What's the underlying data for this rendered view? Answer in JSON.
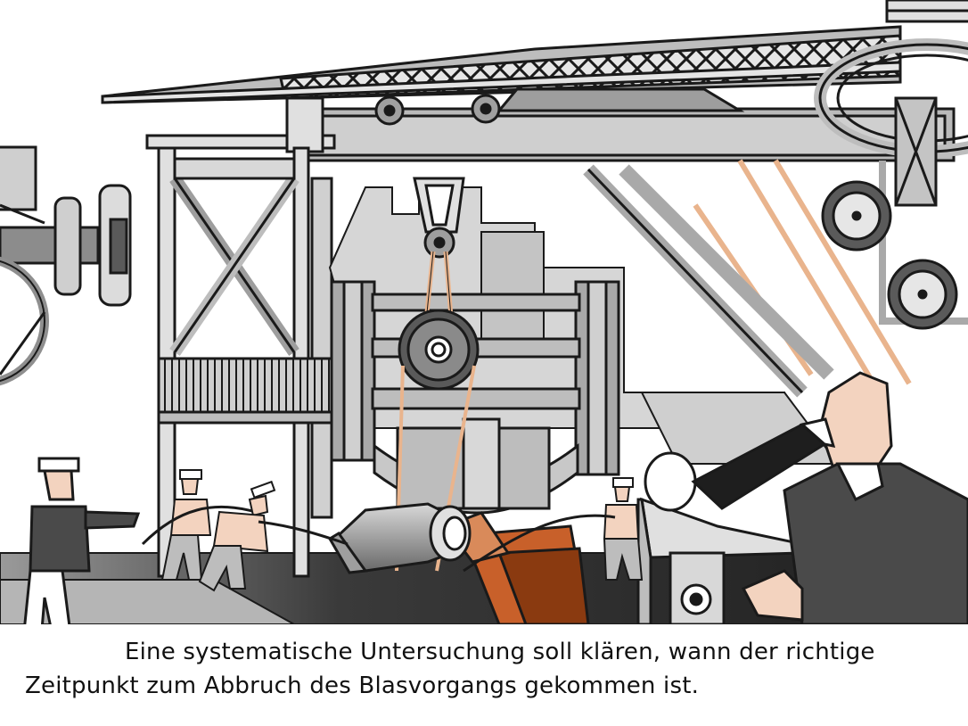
{
  "caption": {
    "line1": "Eine systematische Untersuchung soll klären, wann der richtige",
    "line2": "Zeitpunkt zum Abbruch des Blasvorgangs gekommen ist."
  },
  "palette": {
    "outline": "#1a1a1a",
    "light_gray": "#d4d4d4",
    "mid_gray": "#a9a9a9",
    "dark_gray": "#5a5a5a",
    "floor_dark": "#262626",
    "molten_orange": "#c8602a",
    "molten_dark": "#8a3a10",
    "skin": "#f3d3bf",
    "belt": "#e9b48d"
  },
  "scene": {
    "subject": "steel converter blowing process illustration",
    "figures": [
      "foreman-pointing",
      "worker-pulling-1",
      "worker-pulling-2",
      "worker-at-converter",
      "observer-with-spectroscope"
    ]
  }
}
